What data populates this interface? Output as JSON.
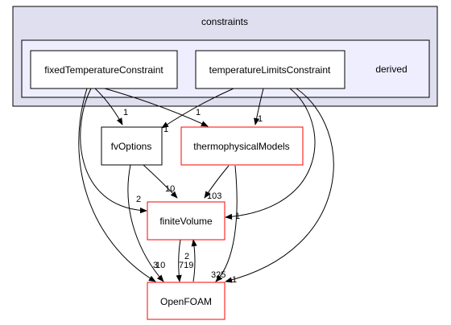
{
  "outer_cluster": {
    "title": "constraints",
    "fill": "#dfdfef",
    "stroke": "#000000"
  },
  "inner_cluster": {
    "title": "derived",
    "fill": "#eeeeff",
    "stroke": "#000000"
  },
  "nodes": {
    "fixed_temperature_constraint": {
      "label": "fixedTemperatureConstraint",
      "stroke": "#000000"
    },
    "temperature_limits_constraint": {
      "label": "temperatureLimitsConstraint",
      "stroke": "#000000"
    },
    "fv_options": {
      "label": "fvOptions",
      "stroke": "#000000"
    },
    "thermophysical_models": {
      "label": "thermophysicalModels",
      "stroke": "#ff0000"
    },
    "finite_volume": {
      "label": "finiteVolume",
      "stroke": "#ff0000"
    },
    "openfoam": {
      "label": "OpenFOAM",
      "stroke": "#ff0000"
    }
  },
  "edge_labels": {
    "fixed_to_fvoptions": "1",
    "fixed_to_thermo": "1",
    "fixed_to_finitevolume": "2",
    "fixed_to_openfoam": "3",
    "limits_to_fvoptions": "1",
    "limits_to_thermo": "1",
    "limits_to_finitevolume": "1",
    "limits_to_openfoam": "1",
    "fvoptions_to_finitevolume": "10",
    "fvoptions_to_openfoam": "10",
    "thermo_to_finitevolume": "103",
    "thermo_to_openfoam": "325",
    "finitevolume_to_openfoam": "719",
    "openfoam_to_finitevolume": "2"
  },
  "colors": {
    "edge": "#000000",
    "project_node": "#000000",
    "external_node": "#ff0000"
  }
}
